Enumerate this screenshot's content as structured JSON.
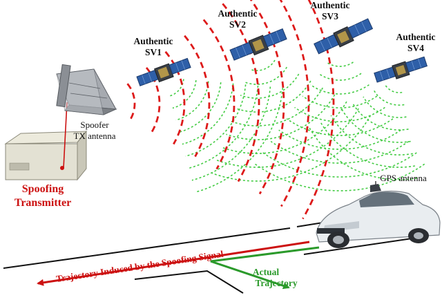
{
  "satellites": [
    {
      "line1": "Authentic",
      "line2": "SV1"
    },
    {
      "line1": "Authentic",
      "line2": "SV2"
    },
    {
      "line1": "Authentic",
      "line2": "SV3"
    },
    {
      "line1": "Authentic",
      "line2": "SV4"
    }
  ],
  "spoofer_antenna": {
    "line1": "Spoofer",
    "line2": "TX antenna"
  },
  "spoofing_transmitter": {
    "line1": "Spoofing",
    "line2": "Transmitter"
  },
  "gps_antenna": "GPS antenna",
  "trajectory_spoofed": "Trajectory Induced by the Spoofing Signal",
  "trajectory_actual": {
    "line1": "Actual",
    "line2": "Trajectory"
  },
  "colors": {
    "spoof": "#cc1111",
    "authentic": "#44cc44",
    "actual": "#2b9a2b"
  }
}
